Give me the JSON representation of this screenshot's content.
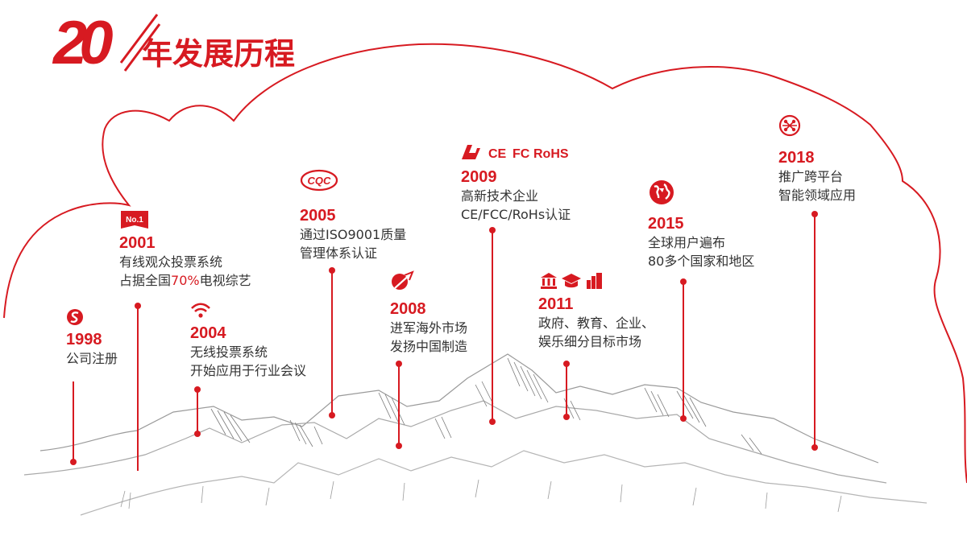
{
  "page": {
    "title_number": "20",
    "title_text": "年发展历程",
    "accent_color": "#d71a21"
  },
  "events": [
    {
      "year": "1998",
      "lines": [
        "公司注册"
      ],
      "icon": "s-logo-icon"
    },
    {
      "year": "2001",
      "badge": "No.1",
      "line1": "有线观众投票系统",
      "line2_pre": "占据全国",
      "line2_hl": "70%",
      "line2_post": "电视综艺",
      "icon": "no1-badge-icon"
    },
    {
      "year": "2004",
      "lines": [
        "无线投票系统",
        "开始应用于行业会议"
      ],
      "icon": "wifi-icon"
    },
    {
      "year": "2005",
      "lines": [
        "通过ISO9001质量",
        "管理体系认证"
      ],
      "icon": "ccc-cert-icon",
      "cert_label": "CQC"
    },
    {
      "year": "2008",
      "lines": [
        "进军海外市场",
        "发扬中国制造"
      ],
      "icon": "airplane-globe-icon"
    },
    {
      "year": "2009",
      "lines": [
        "高新技术企业",
        "CE/FCC/RoHs认证"
      ],
      "icon": "cert-logos-icon",
      "cert_labels": [
        "CE",
        "FC",
        "RoHS"
      ]
    },
    {
      "year": "2011",
      "lines": [
        "政府、教育、企业、",
        "娱乐细分目标市场"
      ],
      "icon": "market-icons"
    },
    {
      "year": "2015",
      "lines": [
        "全球用户遍布",
        "80多个国家和地区"
      ],
      "icon": "globe-icon"
    },
    {
      "year": "2018",
      "lines": [
        "推广跨平台",
        "智能领域应用"
      ],
      "icon": "network-icon"
    }
  ]
}
